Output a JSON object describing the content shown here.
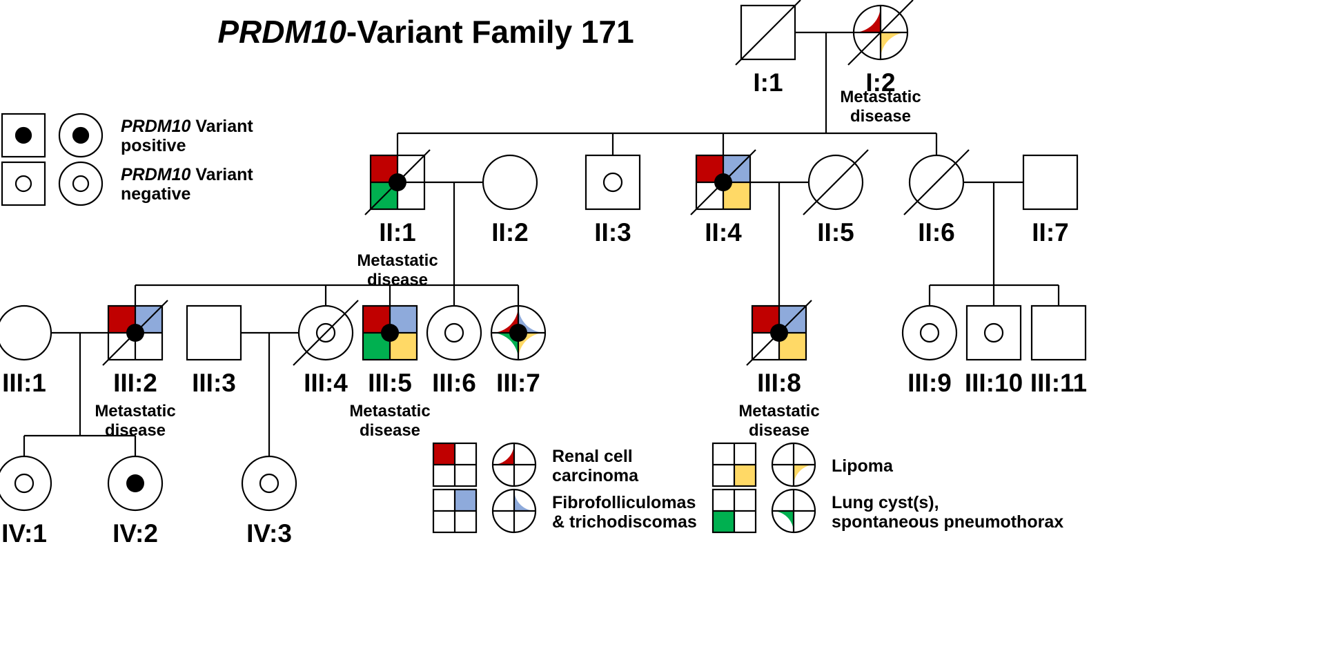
{
  "title": {
    "italic_part": "PRDM10",
    "rest": "-Variant Family 171"
  },
  "colors": {
    "renal": "#c00000",
    "fibro": "#8eaadb",
    "lipoma": "#ffd966",
    "lung": "#00b050",
    "line": "#000000"
  },
  "status_legend": {
    "positive": {
      "gene": "PRDM10",
      "line1_rest": " Variant",
      "line2": "positive"
    },
    "negative": {
      "gene": "PRDM10",
      "line1_rest": " Variant",
      "line2": "negative"
    }
  },
  "disease_legend": {
    "renal": [
      "Renal cell",
      "carcinoma"
    ],
    "fibro": [
      "Fibrofolliculomas",
      "& trichodiscomas"
    ],
    "lipoma": [
      "Lipoma"
    ],
    "lung": [
      "Lung cyst(s),",
      "spontaneous pneumothorax"
    ]
  },
  "individuals": [
    {
      "id": "I:1",
      "sex": "male",
      "deceased": true,
      "status": "",
      "diseases": [],
      "note": []
    },
    {
      "id": "I:2",
      "sex": "female",
      "deceased": true,
      "status": "",
      "diseases": [
        "renal",
        "lipoma"
      ],
      "note": [
        "Metastatic",
        "disease"
      ]
    },
    {
      "id": "II:1",
      "sex": "male",
      "deceased": true,
      "status": "positive",
      "diseases": [
        "renal",
        "lung"
      ],
      "note": [
        "Metastatic",
        "disease"
      ]
    },
    {
      "id": "II:2",
      "sex": "female",
      "deceased": false,
      "status": "",
      "diseases": [],
      "note": []
    },
    {
      "id": "II:3",
      "sex": "male",
      "deceased": false,
      "status": "negative",
      "diseases": [],
      "note": []
    },
    {
      "id": "II:4",
      "sex": "male",
      "deceased": true,
      "status": "positive",
      "diseases": [
        "renal",
        "fibro",
        "lipoma"
      ],
      "note": []
    },
    {
      "id": "II:5",
      "sex": "female",
      "deceased": true,
      "status": "",
      "diseases": [],
      "note": []
    },
    {
      "id": "II:6",
      "sex": "female",
      "deceased": true,
      "status": "",
      "diseases": [],
      "note": []
    },
    {
      "id": "II:7",
      "sex": "male",
      "deceased": false,
      "status": "",
      "diseases": [],
      "note": []
    },
    {
      "id": "III:1",
      "sex": "female",
      "deceased": false,
      "status": "",
      "diseases": [],
      "note": []
    },
    {
      "id": "III:2",
      "sex": "male",
      "deceased": true,
      "status": "positive",
      "diseases": [
        "renal",
        "fibro"
      ],
      "note": [
        "Metastatic",
        "disease"
      ]
    },
    {
      "id": "III:3",
      "sex": "male",
      "deceased": false,
      "status": "",
      "diseases": [],
      "note": []
    },
    {
      "id": "III:4",
      "sex": "female",
      "deceased": true,
      "status": "negative",
      "diseases": [],
      "note": []
    },
    {
      "id": "III:5",
      "sex": "male",
      "deceased": false,
      "status": "positive",
      "diseases": [
        "renal",
        "fibro",
        "lung",
        "lipoma"
      ],
      "note": [
        "Metastatic",
        "disease"
      ]
    },
    {
      "id": "III:6",
      "sex": "female",
      "deceased": false,
      "status": "negative",
      "diseases": [],
      "note": []
    },
    {
      "id": "III:7",
      "sex": "female",
      "deceased": false,
      "status": "positive",
      "diseases": [
        "renal",
        "fibro",
        "lung",
        "lipoma"
      ],
      "note": []
    },
    {
      "id": "III:8",
      "sex": "male",
      "deceased": true,
      "status": "positive",
      "diseases": [
        "renal",
        "fibro",
        "lipoma"
      ],
      "note": [
        "Metastatic",
        "disease"
      ]
    },
    {
      "id": "III:9",
      "sex": "female",
      "deceased": false,
      "status": "negative",
      "diseases": [],
      "note": []
    },
    {
      "id": "III:10",
      "sex": "male",
      "deceased": false,
      "status": "negative",
      "diseases": [],
      "note": []
    },
    {
      "id": "III:11",
      "sex": "male",
      "deceased": false,
      "status": "",
      "diseases": [],
      "note": []
    },
    {
      "id": "IV:1",
      "sex": "female",
      "deceased": false,
      "status": "negative",
      "diseases": [],
      "note": []
    },
    {
      "id": "IV:2",
      "sex": "female",
      "deceased": false,
      "status": "positive",
      "diseases": [],
      "note": []
    },
    {
      "id": "IV:3",
      "sex": "female",
      "deceased": false,
      "status": "negative",
      "diseases": [],
      "note": []
    }
  ]
}
